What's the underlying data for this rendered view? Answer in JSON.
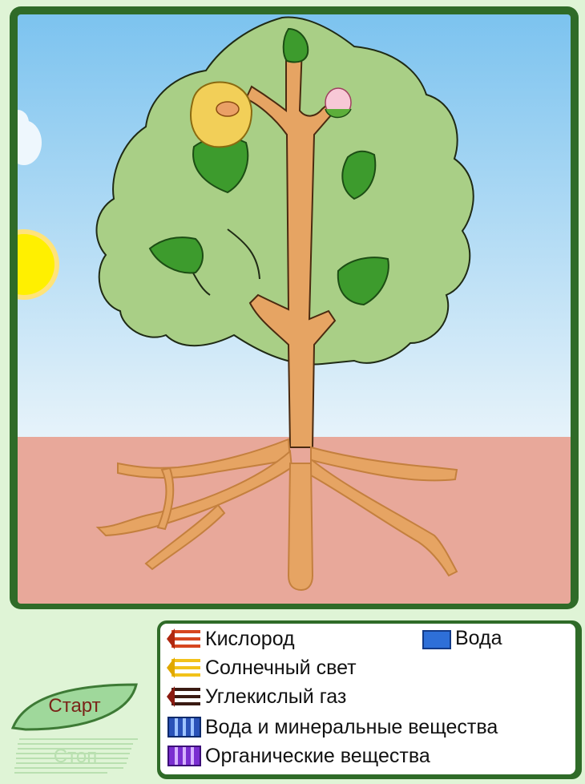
{
  "scene": {
    "colors": {
      "sky_top": "#7cc3ef",
      "sky_bottom": "#e7f3fa",
      "soil": "#e8a89a",
      "crown": "#a9cf86",
      "trunk": "#e6a463",
      "leaf": "#3d9b2d",
      "sun": "#fff000",
      "flower": "#f7c8d6",
      "fruit": "#f2cf58"
    }
  },
  "legend": {
    "items": [
      {
        "id": "oxygen",
        "label": "Кислород",
        "icon": "red-arrows-icon",
        "color": "#d6461f"
      },
      {
        "id": "water",
        "label": "Вода",
        "icon": "blue-square-icon",
        "color": "#2e6fd8"
      },
      {
        "id": "sunlight",
        "label": "Солнечный свет",
        "icon": "yellow-arrows-icon",
        "color": "#f2c21a"
      },
      {
        "id": "co2",
        "label": "Углекислый газ",
        "icon": "dark-arrows-icon",
        "color": "#3a1a12"
      },
      {
        "id": "water_minerals",
        "label": "Вода и минеральные вещества",
        "icon": "blue-striped-bar-icon",
        "color": "#2a52b8"
      },
      {
        "id": "organic",
        "label": "Органические вещества",
        "icon": "purple-striped-bar-icon",
        "color": "#7a2ed0"
      }
    ]
  },
  "controls": {
    "start_label": "Старт",
    "stop_label": "Стоп"
  }
}
